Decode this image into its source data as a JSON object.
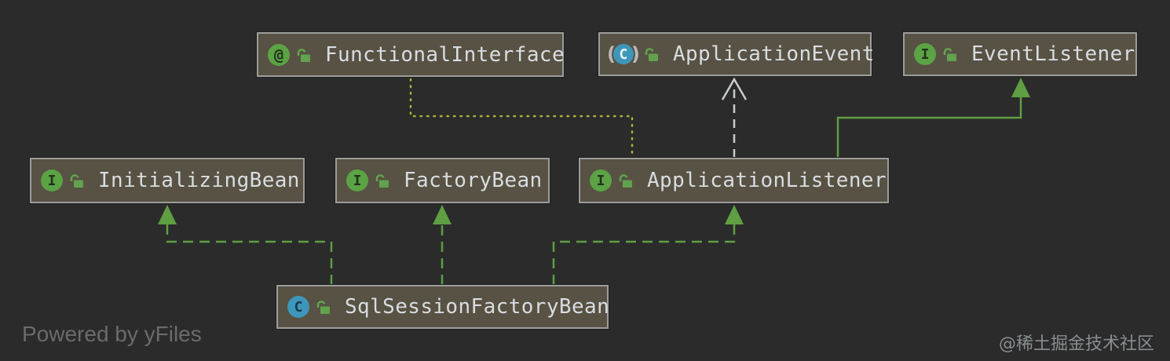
{
  "diagram": {
    "nodes": [
      {
        "id": "functional-interface",
        "label": "FunctionalInterface",
        "kind": "annotation",
        "icon_letter": "@",
        "visibility": "public"
      },
      {
        "id": "application-event",
        "label": "ApplicationEvent",
        "kind": "abstract-class",
        "icon_letter": "C",
        "paren_left": "(",
        "paren_right": ")",
        "visibility": "public"
      },
      {
        "id": "event-listener",
        "label": "EventListener",
        "kind": "interface",
        "icon_letter": "I",
        "visibility": "public"
      },
      {
        "id": "initializing-bean",
        "label": "InitializingBean",
        "kind": "interface",
        "icon_letter": "I",
        "visibility": "public"
      },
      {
        "id": "factory-bean",
        "label": "FactoryBean",
        "kind": "interface",
        "icon_letter": "I",
        "visibility": "public"
      },
      {
        "id": "application-listener",
        "label": "ApplicationListener",
        "kind": "interface",
        "icon_letter": "I",
        "visibility": "public"
      },
      {
        "id": "sql-session-factory-bean",
        "label": "SqlSessionFactoryBean",
        "kind": "class",
        "icon_letter": "C",
        "visibility": "public"
      }
    ],
    "edges": [
      {
        "from": "ApplicationListener",
        "to": "FunctionalInterface",
        "type": "annotated-with",
        "style": "dotted",
        "color": "#a9b23c",
        "arrowhead": "none"
      },
      {
        "from": "ApplicationListener",
        "to": "ApplicationEvent",
        "type": "dependency",
        "style": "dashed",
        "color": "#c9ccce",
        "arrowhead": "open"
      },
      {
        "from": "ApplicationListener",
        "to": "EventListener",
        "type": "extends",
        "style": "solid",
        "color": "#5f9e43",
        "arrowhead": "filled-triangle"
      },
      {
        "from": "SqlSessionFactoryBean",
        "to": "InitializingBean",
        "type": "implements",
        "style": "dashed",
        "color": "#5f9e43",
        "arrowhead": "filled-triangle"
      },
      {
        "from": "SqlSessionFactoryBean",
        "to": "FactoryBean",
        "type": "implements",
        "style": "dashed",
        "color": "#5f9e43",
        "arrowhead": "filled-triangle"
      },
      {
        "from": "SqlSessionFactoryBean",
        "to": "ApplicationListener",
        "type": "implements",
        "style": "dashed",
        "color": "#5f9e43",
        "arrowhead": "filled-triangle"
      }
    ]
  },
  "footer": {
    "powered_by": "Powered by yFiles",
    "watermark": "@稀土掘金技术社区"
  },
  "colors": {
    "background": "#2b2b2b",
    "node_fill": "#575243",
    "node_border": "#9d9d9d",
    "node_text": "#d9dce1",
    "interface_icon_green": "#5ba344",
    "class_icon_teal": "#3e96ba",
    "lock_green": "#62a24d",
    "edge_green": "#5f9e43",
    "edge_dotted_yellow_green": "#a9b23c",
    "edge_dashed_white": "#c9ccce"
  }
}
